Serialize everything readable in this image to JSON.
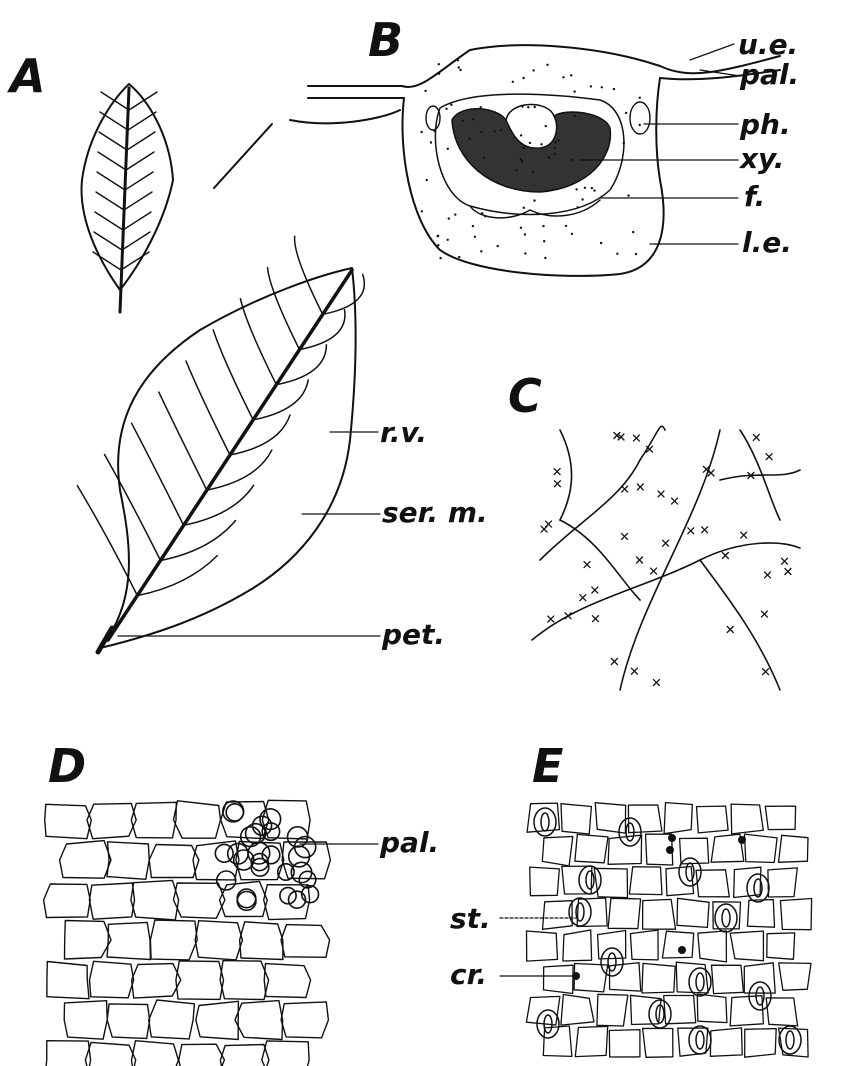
{
  "panels": {
    "a": "A",
    "b": "B",
    "c": "C",
    "d": "D",
    "e": "E"
  },
  "labels": {
    "upper_epidermis": "u.e.",
    "palisade_b": "pal.",
    "phloem": "ph.",
    "xylem": "xy.",
    "fibers": "f.",
    "lower_epidermis": "l.e.",
    "reticulate_venation": "r.v.",
    "serrate_margin": "ser. m.",
    "petiole": "pet.",
    "palisade_d": "pal.",
    "stoma": "st.",
    "crystal": "cr."
  },
  "colors": {
    "ink": "#111111",
    "background": "#ffffff"
  }
}
